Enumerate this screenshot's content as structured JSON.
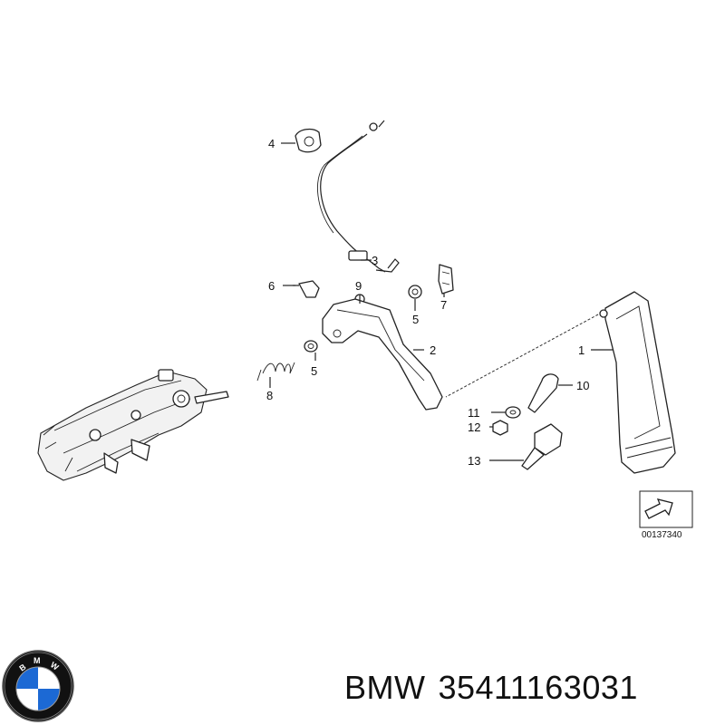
{
  "diagram": {
    "callouts": [
      {
        "id": "1",
        "label": "1"
      },
      {
        "id": "2",
        "label": "2"
      },
      {
        "id": "3",
        "label": "3"
      },
      {
        "id": "4",
        "label": "4"
      },
      {
        "id": "5a",
        "label": "5"
      },
      {
        "id": "5b",
        "label": "5"
      },
      {
        "id": "6",
        "label": "6"
      },
      {
        "id": "7",
        "label": "7"
      },
      {
        "id": "8",
        "label": "8"
      },
      {
        "id": "9",
        "label": "9"
      },
      {
        "id": "10",
        "label": "10"
      },
      {
        "id": "11",
        "label": "11"
      },
      {
        "id": "12",
        "label": "12"
      },
      {
        "id": "13",
        "label": "13"
      }
    ],
    "reference_code": "00137340"
  },
  "footer": {
    "brand": "BMW",
    "part_number": "35411163031"
  },
  "logo": {
    "lettering": "BMW",
    "colors": {
      "blue": "#1c69d4",
      "white": "#ffffff",
      "ring": "#111111"
    }
  }
}
